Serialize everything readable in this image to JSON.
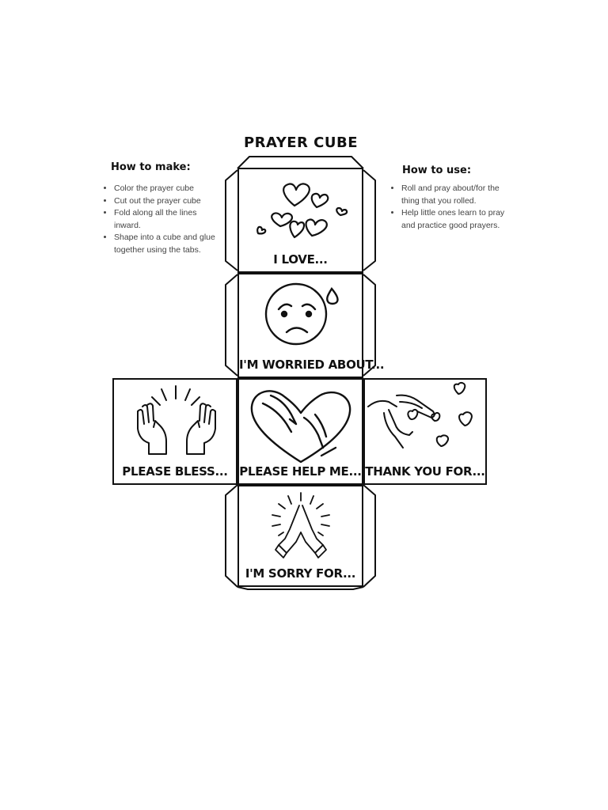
{
  "title": "PRAYER CUBE",
  "how_to_make": {
    "heading": "How to make:",
    "steps": [
      "Color the prayer cube",
      "Cut out the prayer cube",
      "Fold along all the lines inward.",
      "Shape into a cube and glue together using the tabs."
    ]
  },
  "how_to_use": {
    "heading": "How to use:",
    "steps": [
      "Roll and pray about/for the thing that you rolled.",
      "Help little ones learn to pray and practice good prayers."
    ]
  },
  "faces": {
    "love": {
      "label": "I LOVE...",
      "icon": "hearts-icon"
    },
    "worried": {
      "label": "I'M WORRIED ABOUT...",
      "icon": "worried-face-icon"
    },
    "bless": {
      "label": "PLEASE BLESS...",
      "icon": "raised-hands-icon"
    },
    "help": {
      "label": "PLEASE HELP ME...",
      "icon": "heart-hands-icon"
    },
    "thank": {
      "label": "THANK YOU FOR...",
      "icon": "hands-hearts-icon"
    },
    "sorry": {
      "label": "I'M SORRY FOR...",
      "icon": "praying-hands-icon"
    }
  },
  "colors": {
    "ink": "#111111",
    "paper": "#ffffff",
    "note_text": "#444444"
  }
}
